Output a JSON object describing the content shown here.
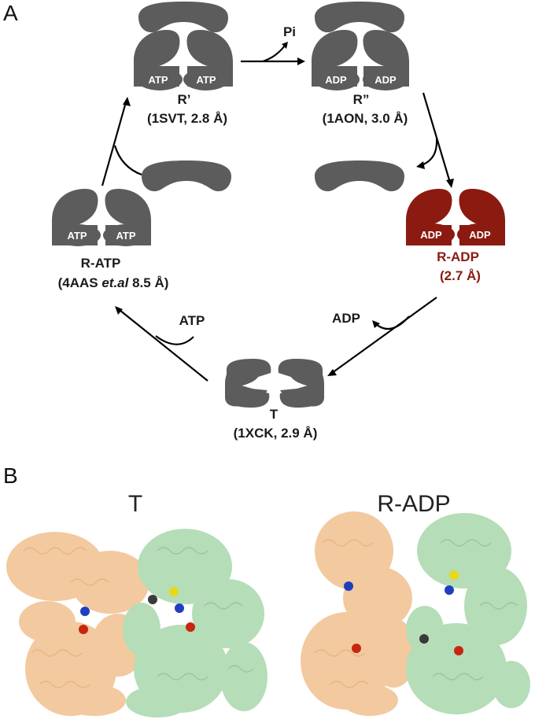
{
  "panel_a_label": "A",
  "panel_b_label": "B",
  "states": {
    "r_prime": {
      "name": "R’",
      "pdb": "(1SVT, 2.8 Å)",
      "nucleotides": [
        "ATP",
        "ATP"
      ]
    },
    "r_double_prime": {
      "name": "R”",
      "pdb": "(1AON, 3.0 Å)",
      "nucleotides": [
        "ADP",
        "ADP"
      ]
    },
    "r_adp": {
      "name": "R-ADP",
      "pdb": "(2.7 Å)",
      "nucleotides": [
        "ADP",
        "ADP"
      ]
    },
    "t": {
      "name": "T",
      "pdb": "(1XCK, 2.9 Å)"
    },
    "r_atp": {
      "name": "R-ATP",
      "pdb_prefix": "(4AAS ",
      "pdb_italic": "et.al",
      "pdb_suffix": " 8.5 Å)",
      "nucleotides": [
        "ATP",
        "ATP"
      ]
    }
  },
  "released": {
    "pi": "Pi",
    "adp": "ADP"
  },
  "bound": {
    "atp": "ATP"
  },
  "structure_titles": {
    "left": "T",
    "right": "R-ADP"
  },
  "colors": {
    "subunit_grey": "#5c5c5c",
    "r_adp_red": "#8b1a10",
    "chain_orange": "#f2c08f",
    "chain_green": "#a9d8ac"
  }
}
